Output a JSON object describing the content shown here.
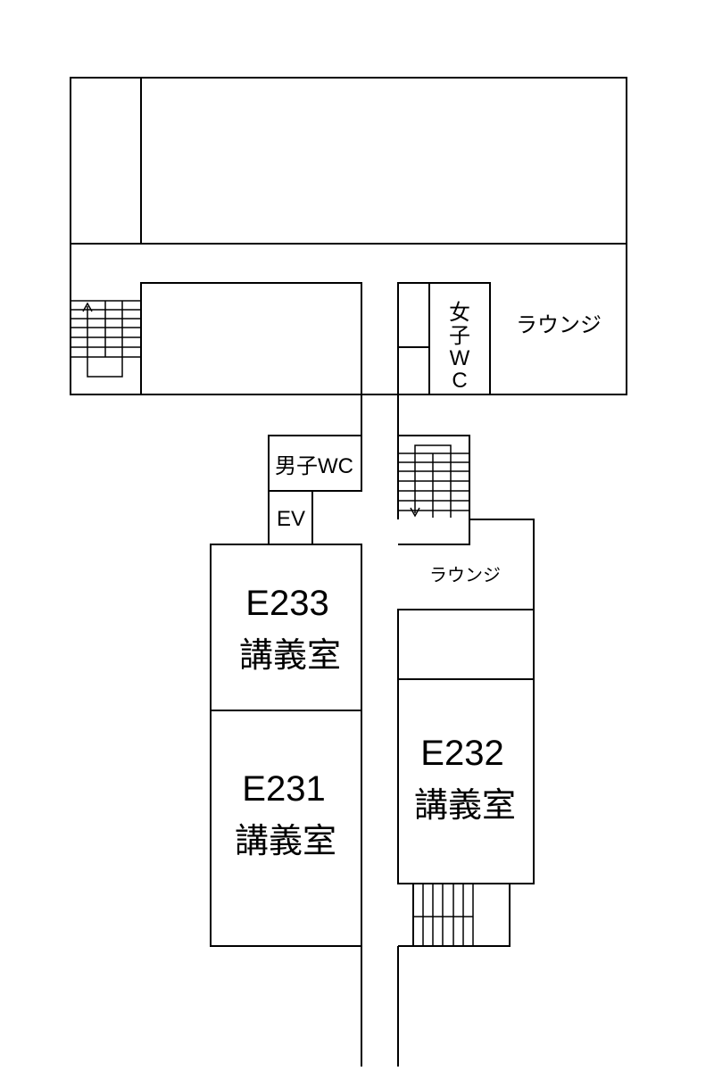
{
  "rooms": {
    "e233": {
      "number": "E233",
      "kind": "講義室"
    },
    "e231": {
      "number": "E231",
      "kind": "講義室"
    },
    "e232": {
      "number": "E232",
      "kind": "講義室"
    }
  },
  "facilities": {
    "mens_wc": "男子WC",
    "womens_wc_lines": [
      "女",
      "子",
      "W",
      "C"
    ],
    "elevator": "EV",
    "lounge_upper": "ラウンジ",
    "lounge_lower": "ラウンジ"
  }
}
